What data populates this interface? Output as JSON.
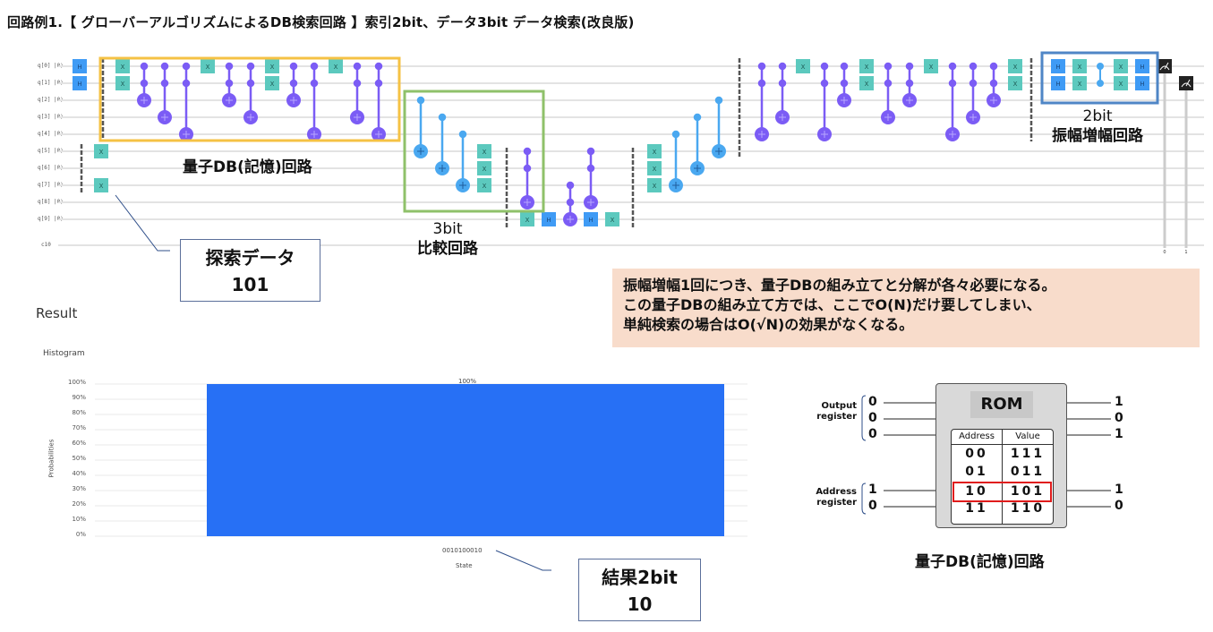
{
  "page": {
    "title": "回路例1.【 グローバーアルゴリズムによるDB検索回路 】索引2bit、データ3bit データ検索(改良版)"
  },
  "circuit": {
    "qubit_labels": [
      "q[0] |0⟩",
      "q[1] |0⟩",
      "q[2] |0⟩",
      "q[3] |0⟩",
      "q[4] |0⟩",
      "q[5] |0⟩",
      "q[6] |0⟩",
      "q[7] |0⟩",
      "q[8] |0⟩",
      "q[9] |0⟩"
    ],
    "classical_label": "c10",
    "measure_indices": [
      "0",
      "1"
    ],
    "gate_labels": {
      "x": "X",
      "h": "H"
    },
    "colors": {
      "x_gate": "#5cc9be",
      "h_gate": "#3f9bf5",
      "cnot_purple": "#7b5cf5",
      "cnot_blue": "#4aa8f0",
      "barrier": "#555555",
      "measure": "#222222",
      "wire": "#e3e3e3"
    },
    "regions": {
      "qdb": {
        "label": "量子DB(記憶)回路",
        "color": "#f5c244"
      },
      "compare": {
        "label_line1": "3bit",
        "label_line2": "比較回路",
        "color": "#8fc16a"
      },
      "amplify": {
        "label_line1": "2bit",
        "label_line2": "振幅増幅回路",
        "color": "#4f86c6"
      }
    }
  },
  "callouts": {
    "search_data": {
      "line1": "探索データ",
      "line2": "101"
    },
    "result": {
      "line1": "結果2bit",
      "line2": "10"
    }
  },
  "note": {
    "lines": [
      "振幅増幅1回につき、量子DBの組み立てと分解が各々必要になる。",
      "この量子DBの組み立て方では、ここでO(N)だけ要してしまい、",
      "単純検索の場合はO(√N)の効果がなくなる。"
    ],
    "background": "#f8dccb"
  },
  "result": {
    "title": "Result",
    "histogram_title": "Histogram"
  },
  "chart_data": {
    "type": "bar",
    "title": "Histogram",
    "categories": [
      "0010100010"
    ],
    "values": [
      100
    ],
    "data_labels": [
      "100%"
    ],
    "xlabel": "State",
    "ylabel": "Probabilities",
    "ylim": [
      0,
      100
    ],
    "yticks": [
      "100%",
      "90%",
      "80%",
      "70%",
      "60%",
      "50%",
      "40%",
      "30%",
      "20%",
      "10%",
      "0%"
    ],
    "grid": true,
    "bar_color": "#2770f5"
  },
  "rom": {
    "title": "ROM",
    "headers": [
      "Address",
      "Value"
    ],
    "rows": [
      {
        "address": "00",
        "value": "111"
      },
      {
        "address": "01",
        "value": "011"
      },
      {
        "address": "10",
        "value": "101"
      },
      {
        "address": "11",
        "value": "110"
      }
    ],
    "highlight_row": 2,
    "highlight_color": "#e01b1b",
    "output_register_label_1": "Output",
    "output_register_label_2": "register",
    "address_register_label_1": "Address",
    "address_register_label_2": "register",
    "output_in": [
      "0",
      "0",
      "0"
    ],
    "output_out": [
      "1",
      "0",
      "1"
    ],
    "address_in": [
      "1",
      "0"
    ],
    "address_out": [
      "1",
      "0"
    ],
    "caption": "量子DB(記憶)回路"
  }
}
